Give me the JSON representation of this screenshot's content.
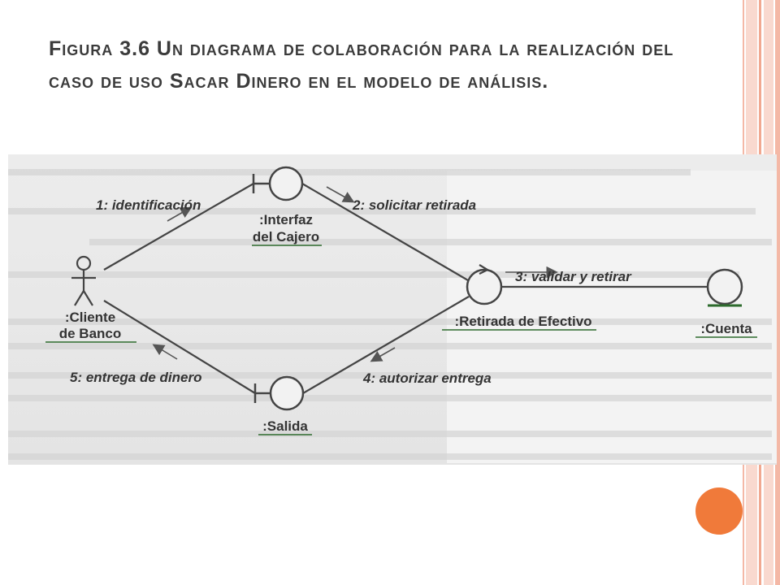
{
  "slide": {
    "title": "Figura 3.6 Un diagrama de colaboración para la realización del caso de uso Sacar Dinero en el modelo de análisis."
  },
  "diagram": {
    "actor": {
      "label_line1": ":Cliente",
      "label_line2": "de Banco"
    },
    "objects": {
      "interfaz": {
        "label_line1": ":Interfaz",
        "label_line2": "del Cajero",
        "stereotype": "boundary"
      },
      "salida": {
        "label": ":Salida",
        "stereotype": "boundary"
      },
      "retirada": {
        "label": ":Retirada de Efectivo",
        "stereotype": "control"
      },
      "cuenta": {
        "label": ":Cuenta",
        "stereotype": "entity"
      }
    },
    "messages": [
      {
        "id": "m1",
        "text": "1: identificación"
      },
      {
        "id": "m2",
        "text": "2: solicitar retirada"
      },
      {
        "id": "m3",
        "text": "3: validar y retirar"
      },
      {
        "id": "m4",
        "text": "4: autorizar entrega"
      },
      {
        "id": "m5",
        "text": "5: entrega de dinero"
      }
    ]
  },
  "colors": {
    "title": "#3b3b3b",
    "accent_orange": "#f07a3a",
    "stripe_pink": "#f4b8a6",
    "stripe_light": "#f9d9cf",
    "underline_green": "#2d6b2d"
  }
}
